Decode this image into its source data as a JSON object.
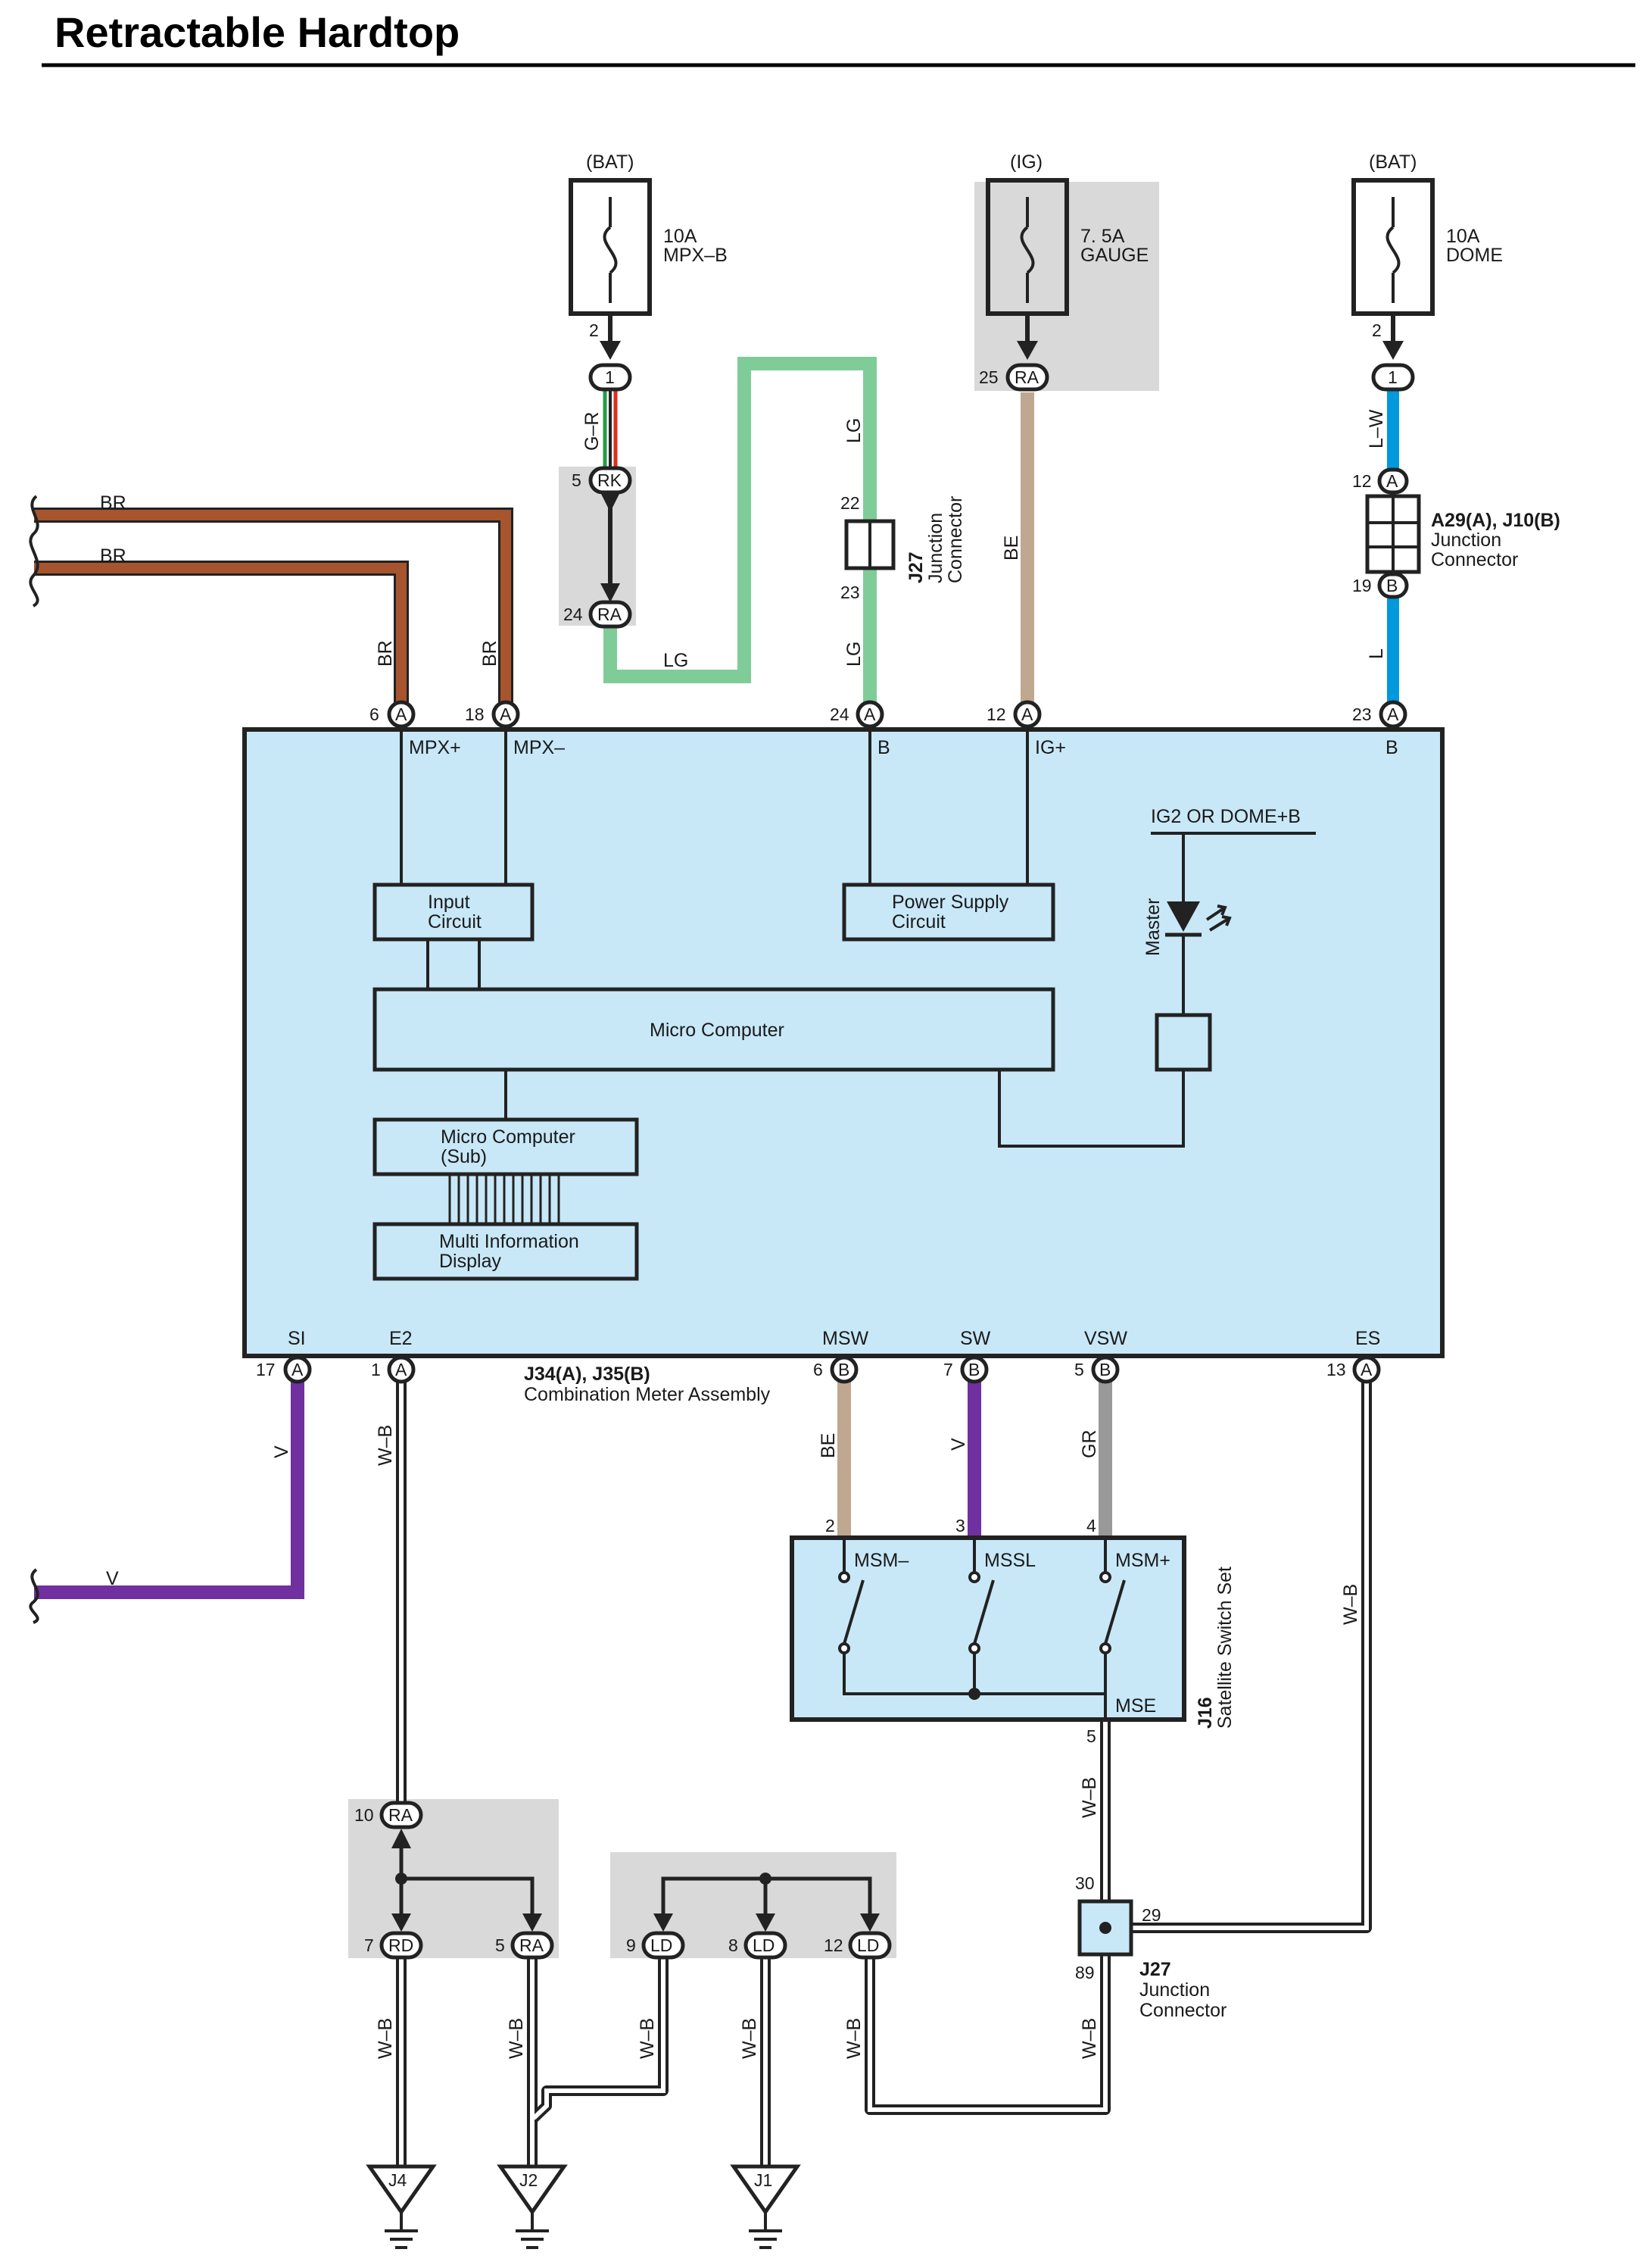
{
  "title": "Retractable Hardtop",
  "colors": {
    "module_fill": "#c8e8f8",
    "shade": "#d9d9d9",
    "br": "#a7552e",
    "lg": "#7fcc99",
    "be": "#bfa88f",
    "lw": "#0099dd",
    "v": "#7030a0",
    "gr": "#999999",
    "wb_core": "#ffffff",
    "outline": "#222222"
  },
  "fuses": [
    {
      "source": "(BAT)",
      "amps": "10A",
      "name": "MPX–B"
    },
    {
      "source": "(IG)",
      "amps": "7. 5A",
      "name": "GAUGE"
    },
    {
      "source": "(BAT)",
      "amps": "10A",
      "name": "DOME"
    }
  ],
  "wires": {
    "br": "BR",
    "gr_stripe": "G–R",
    "lg": "LG",
    "be": "BE",
    "lw": "L–W",
    "l": "L",
    "v": "V",
    "wb": "W–B",
    "gr": "GR"
  },
  "connectors": {
    "c1": "1",
    "ra": "RA",
    "rk": "RK",
    "a": "A",
    "b": "B",
    "rd": "RD",
    "ld": "LD"
  },
  "pins": {
    "p2": "2",
    "p5": "5",
    "p24": "24",
    "p22": "22",
    "p23": "23",
    "p25": "25",
    "p12": "12",
    "p19": "19",
    "p6": "6",
    "p18": "18",
    "p17": "17",
    "p1": "1",
    "p7": "7",
    "p13": "13",
    "p3": "3",
    "p4": "4",
    "p10": "10",
    "p9": "9",
    "p8": "8",
    "p30": "30",
    "p29": "29",
    "p89": "89"
  },
  "j27_top": {
    "id": "J27",
    "line1": "Junction",
    "line2": "Connector"
  },
  "a29": {
    "id": "A29(A), J10(B)",
    "line1": "Junction",
    "line2": "Connector"
  },
  "meter": {
    "terminals_top": [
      "MPX+",
      "MPX–",
      "B",
      "IG+",
      "B"
    ],
    "terminals_bottom": [
      "SI",
      "E2",
      "MSW",
      "SW",
      "VSW",
      "ES"
    ],
    "ig2_label": "IG2 OR DOME+B",
    "master_label": "Master",
    "input_circuit": [
      "Input",
      "Circuit"
    ],
    "power_supply": [
      "Power Supply",
      "Circuit"
    ],
    "micro_computer": "Micro Computer",
    "micro_sub": [
      "Micro Computer",
      "(Sub)"
    ],
    "multi_display": [
      "Multi Information",
      "Display"
    ],
    "id": "J34(A), J35(B)",
    "name": "Combination Meter Assembly"
  },
  "switch": {
    "labels": [
      "MSM–",
      "MSSL",
      "MSM+",
      "MSE"
    ],
    "id": "J16",
    "name": "Satellite Switch Set"
  },
  "j27_bottom": {
    "id": "J27",
    "line1": "Junction",
    "line2": "Connector"
  },
  "grounds": [
    "J4",
    "J2",
    "J1"
  ]
}
